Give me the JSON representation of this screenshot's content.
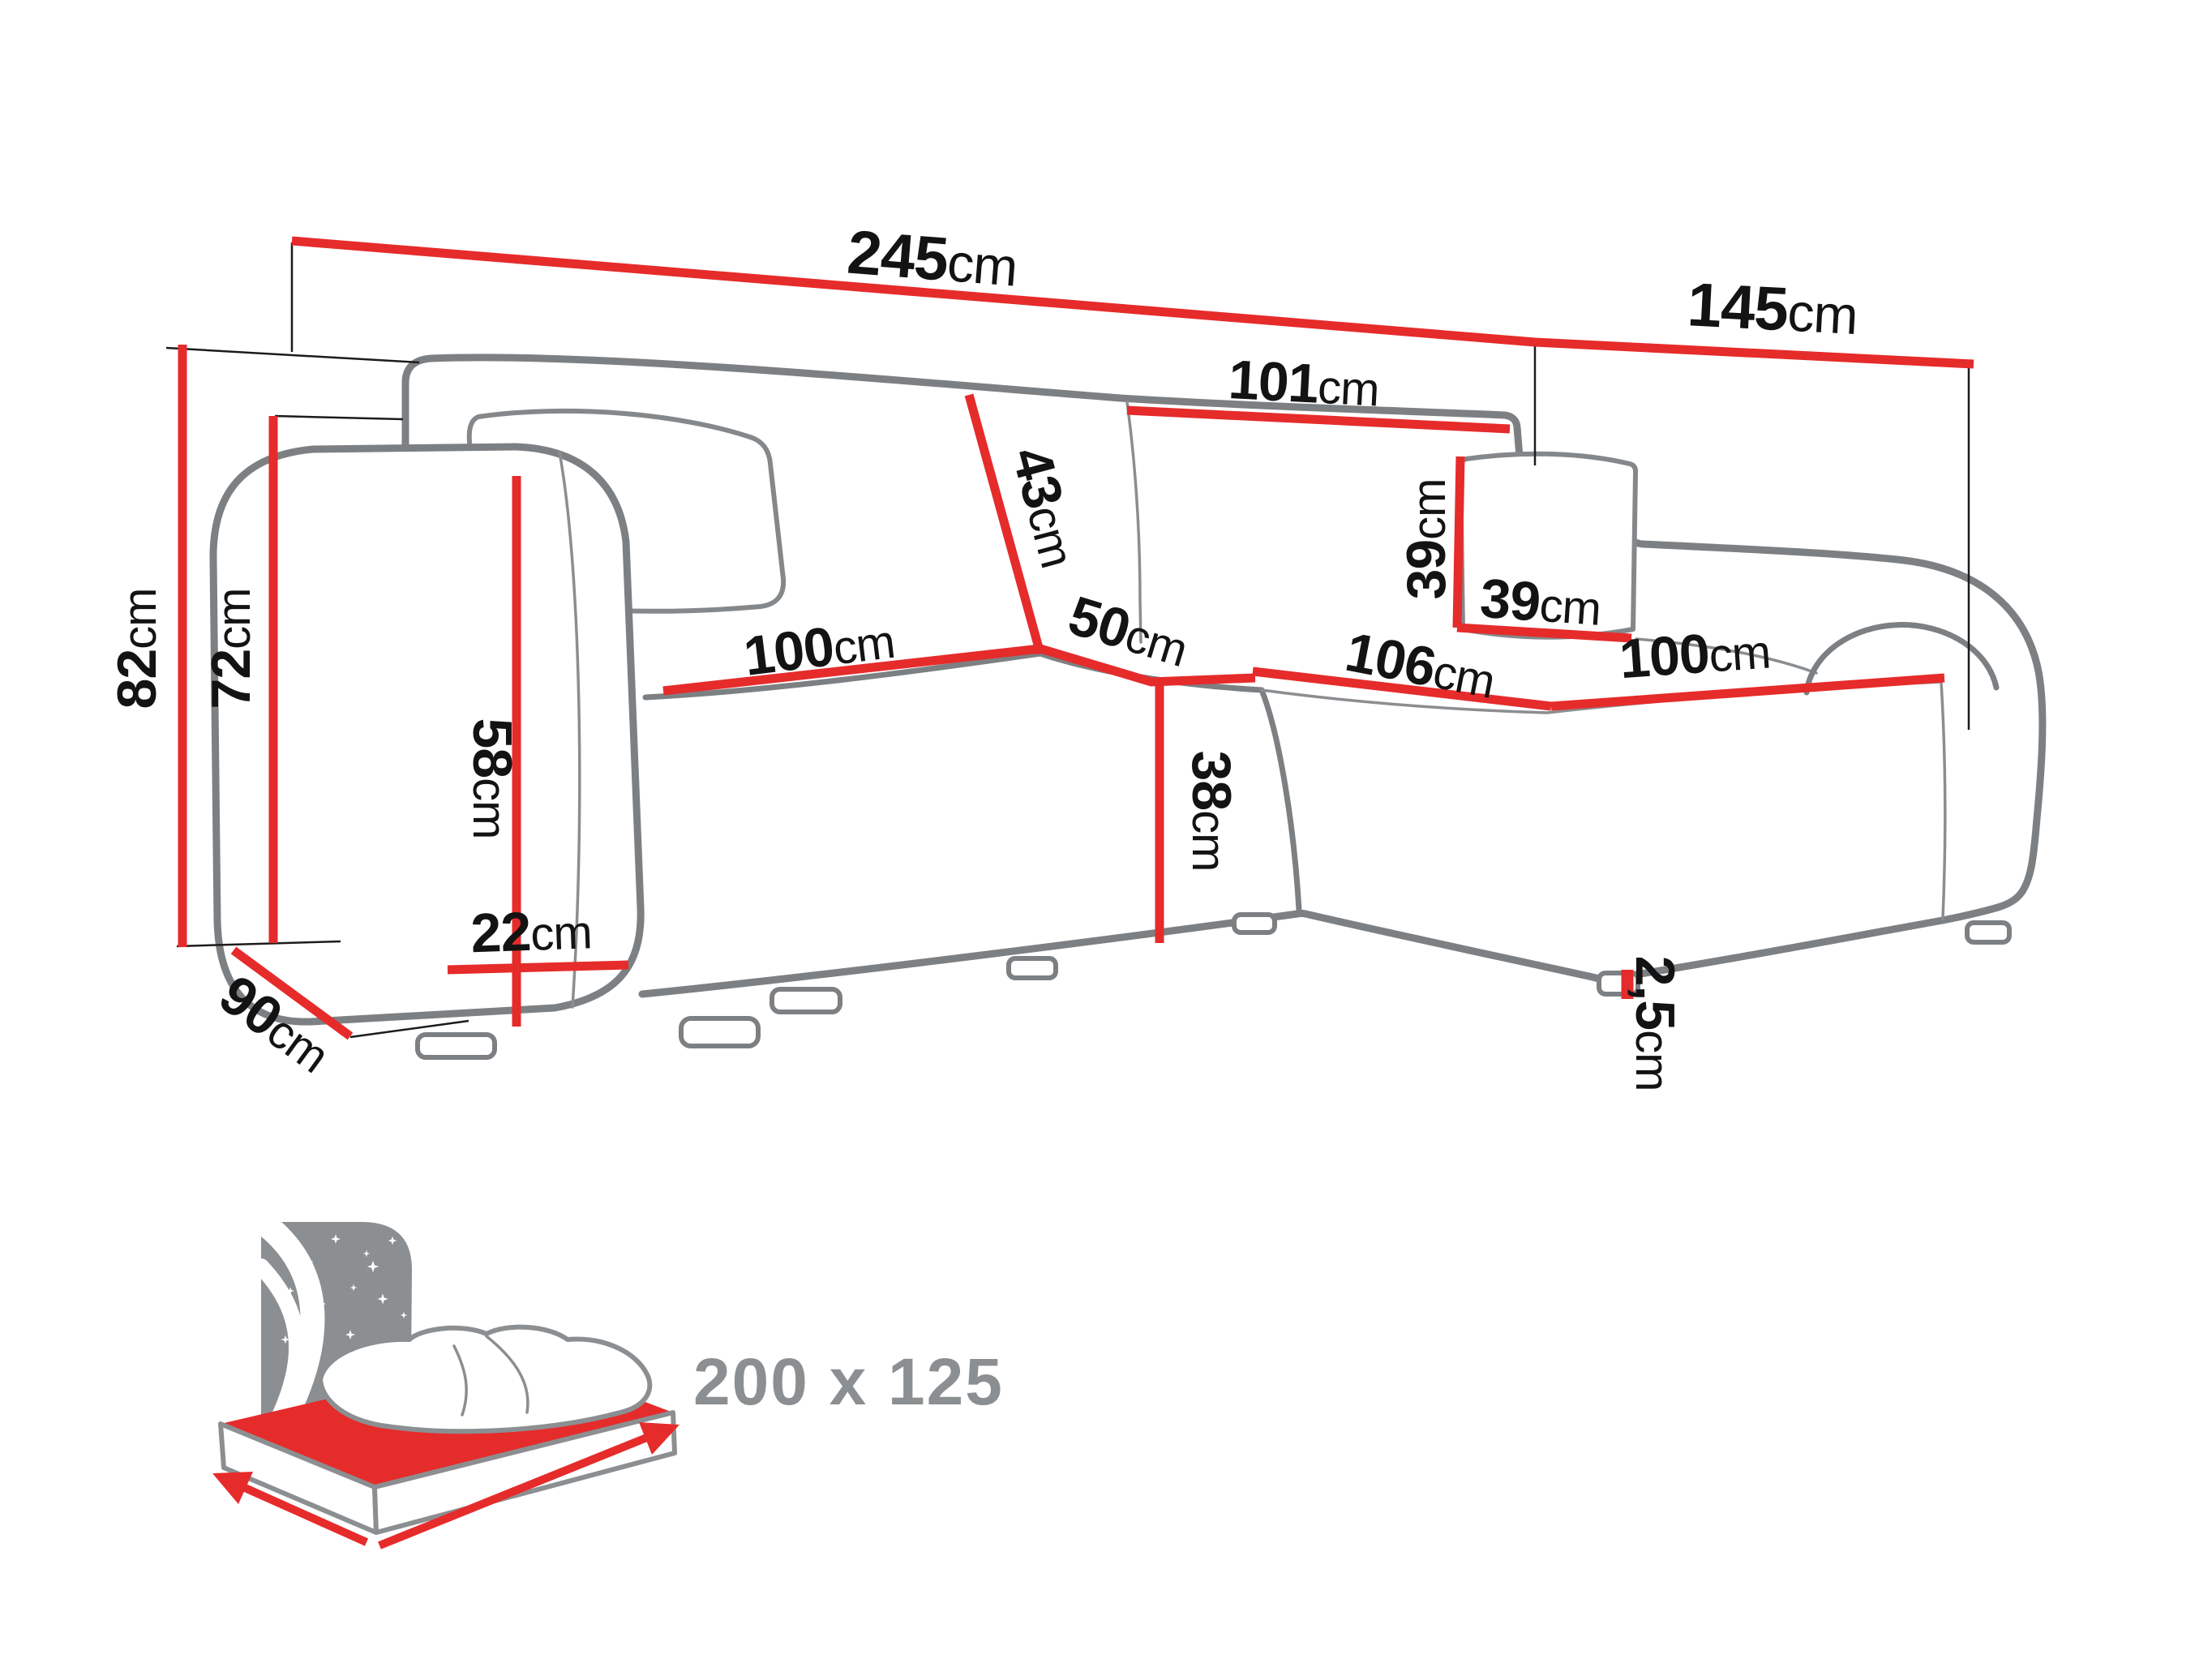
{
  "diagram": {
    "type": "corner-sofa-dimension-drawing",
    "dims": {
      "total_width": {
        "num": "245",
        "unit": "cm"
      },
      "right_depth": {
        "num": "145",
        "unit": "cm"
      },
      "backrest_top_width": {
        "num": "101",
        "unit": "cm"
      },
      "backrest_cushion_height": {
        "num": "43",
        "unit": "cm"
      },
      "overall_height": {
        "num": "82",
        "unit": "cm"
      },
      "backrest_height": {
        "num": "72",
        "unit": "cm"
      },
      "armrest_height": {
        "num": "58",
        "unit": "cm"
      },
      "armrest_width": {
        "num": "22",
        "unit": "cm"
      },
      "seat_front_width": {
        "num": "100",
        "unit": "cm"
      },
      "corner_seat_depth": {
        "num": "50",
        "unit": "cm"
      },
      "chaise_seat_length": {
        "num": "106",
        "unit": "cm"
      },
      "chaise_seat_width": {
        "num": "100",
        "unit": "cm"
      },
      "pillow_height": {
        "num": "39",
        "unit": "cm"
      },
      "pillow_width": {
        "num": "39",
        "unit": "cm"
      },
      "seat_height": {
        "num": "38",
        "unit": "cm"
      },
      "side_depth": {
        "num": "90",
        "unit": "cm"
      },
      "leg_height": {
        "num": "2,5",
        "unit": "cm"
      }
    },
    "sleeping_area": {
      "value": "200 x 125"
    },
    "colors": {
      "dimension_red": "#e62b2b",
      "outline_gray": "#7d8083",
      "text_black": "#131313",
      "icon_gray": "#8c8f91"
    }
  }
}
